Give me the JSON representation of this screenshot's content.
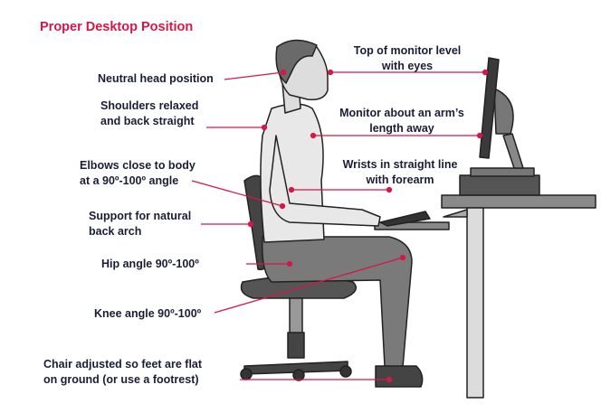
{
  "title": "Proper Desktop Position",
  "accent_color": "#d5174a",
  "labels": {
    "head": "Neutral head position",
    "shoulders_1": "Shoulders relaxed",
    "shoulders_2": "and back straight",
    "elbows_1": "Elbows close to body",
    "elbows_2": "at a 90º-100º angle",
    "support_1": "Support for natural",
    "support_2": "back arch",
    "hip": "Hip angle 90º-100º",
    "knee": "Knee angle 90º-100º",
    "chair_1": "Chair adjusted so feet are flat",
    "chair_2": "on ground (or use a footrest)",
    "monitor_top_1": "Top of monitor level",
    "monitor_top_2": "with eyes",
    "monitor_dist_1": "Monitor about an arm’s",
    "monitor_dist_2": "length away",
    "wrists_1": "Wrists in straight line",
    "wrists_2": "with forearm"
  }
}
